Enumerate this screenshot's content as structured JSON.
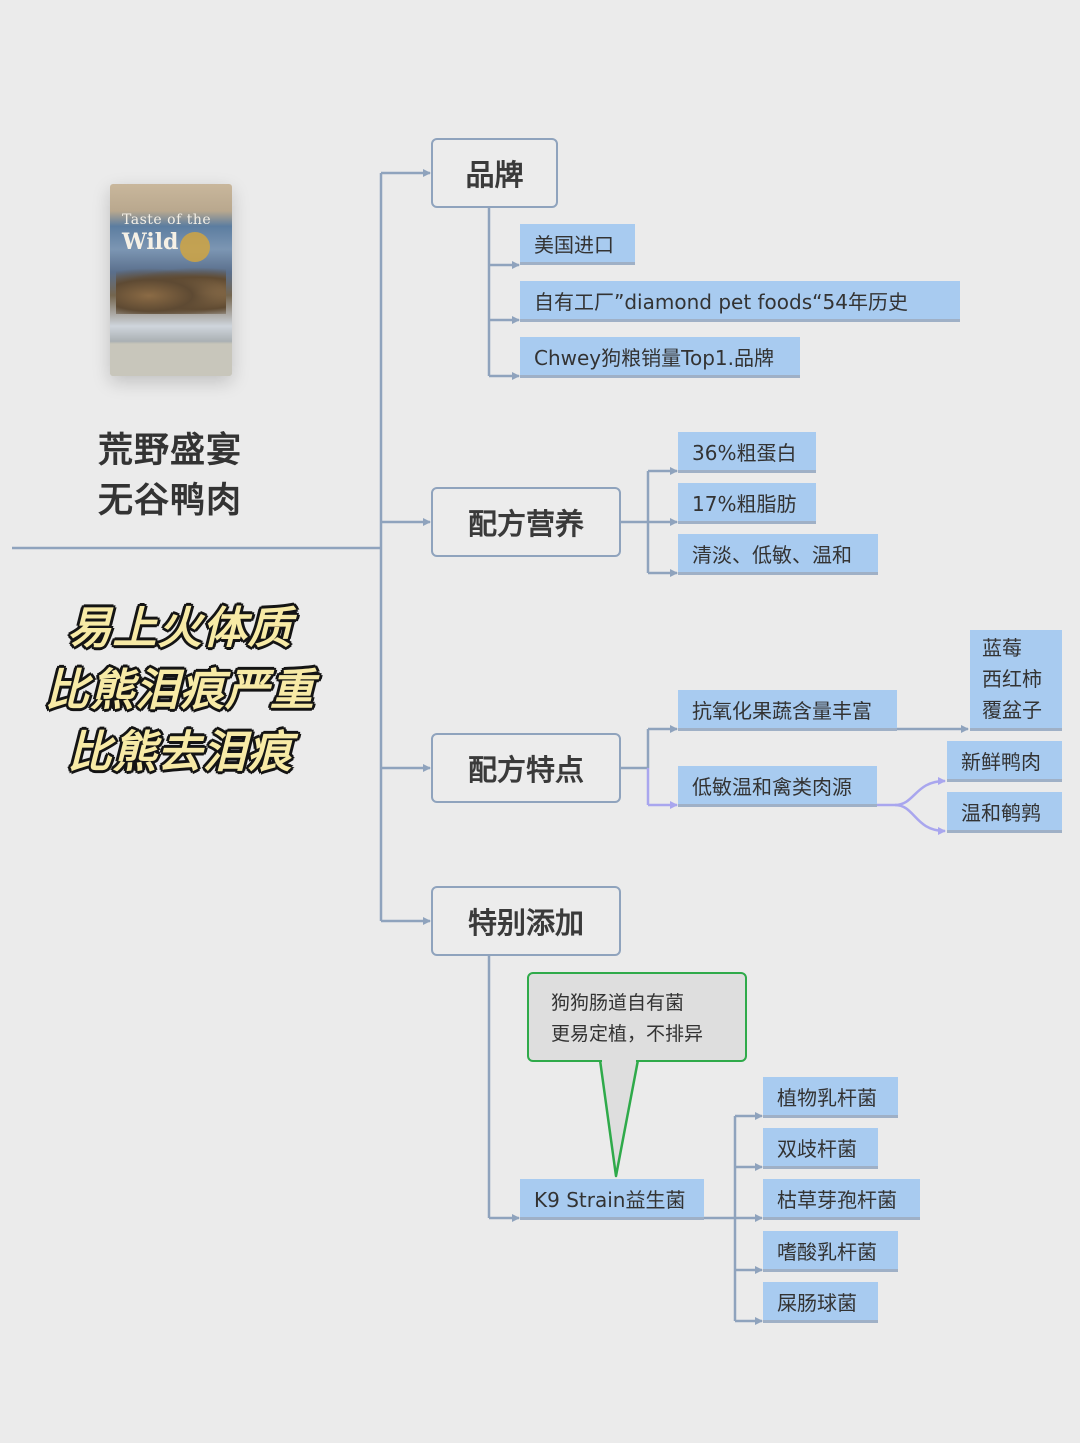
{
  "product": {
    "name_line1": "荒野盛宴",
    "name_line2": "无谷鸭肉",
    "pack_brand_line1": "Taste of the",
    "pack_brand_line2": "Wild"
  },
  "slogan": {
    "line1": "易上火体质",
    "line2": "比熊泪痕严重",
    "line3": "比熊去泪痕"
  },
  "branches": {
    "brand": {
      "label": "品牌",
      "items": [
        "美国进口",
        "自有工厂”diamond pet foods“54年历史",
        "Chwey狗粮销量Top1.品牌"
      ]
    },
    "nutrition": {
      "label": "配方营养",
      "items": [
        "36%粗蛋白",
        "17%粗脂肪",
        "清淡、低敏、温和"
      ]
    },
    "features": {
      "label": "配方特点",
      "antioxidant": "抗氧化果蔬含量丰富",
      "fruits": [
        "蓝莓",
        "西红柿",
        "覆盆子"
      ],
      "protein": "低敏温和禽类肉源",
      "meats": [
        "新鲜鸭肉",
        "温和鹌鹑"
      ]
    },
    "additives": {
      "label": "特别添加",
      "probiotic": "K9 Strain益生菌",
      "callout_line1": "狗狗肠道自有菌",
      "callout_line2": "更易定植，不排异",
      "strains": [
        "植物乳杆菌",
        "双歧杆菌",
        "枯草芽孢杆菌",
        "嗜酸乳杆菌",
        "屎肠球菌"
      ]
    }
  },
  "colors": {
    "connector": "#8fa3bd",
    "tag_fill": "#a8cbf0",
    "callout_border": "#2faa4a",
    "slogan_fill": "#f7eaa6"
  }
}
